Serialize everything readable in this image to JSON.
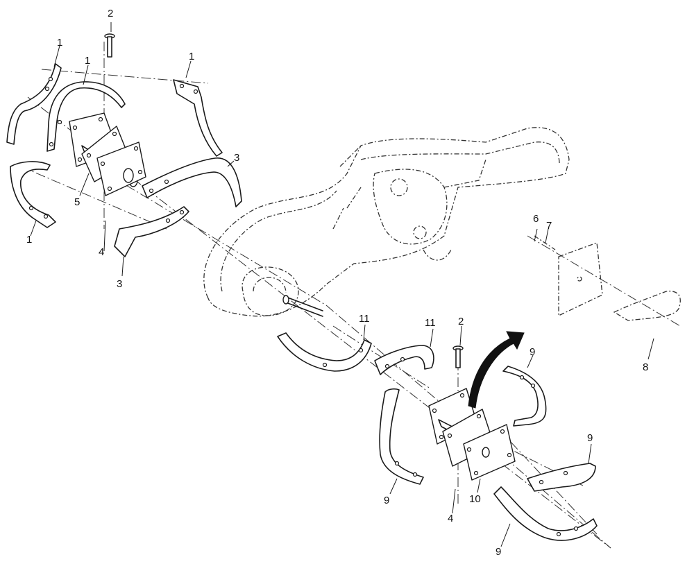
{
  "callouts": {
    "c1a": "1",
    "c1b": "1",
    "c1c": "1",
    "c1d": "1",
    "c2a": "2",
    "c2b": "2",
    "c3a": "3",
    "c3b": "3",
    "c4a": "4",
    "c4b": "4",
    "c5": "5",
    "c6": "6",
    "c7": "7",
    "c8": "8",
    "c9a": "9",
    "c9b": "9",
    "c9c": "9",
    "c9d": "9",
    "c10": "10",
    "c11a": "11",
    "c11b": "11"
  },
  "colors": {
    "line": "#1a1a1a",
    "background": "#ffffff",
    "arrow": "#111111"
  }
}
